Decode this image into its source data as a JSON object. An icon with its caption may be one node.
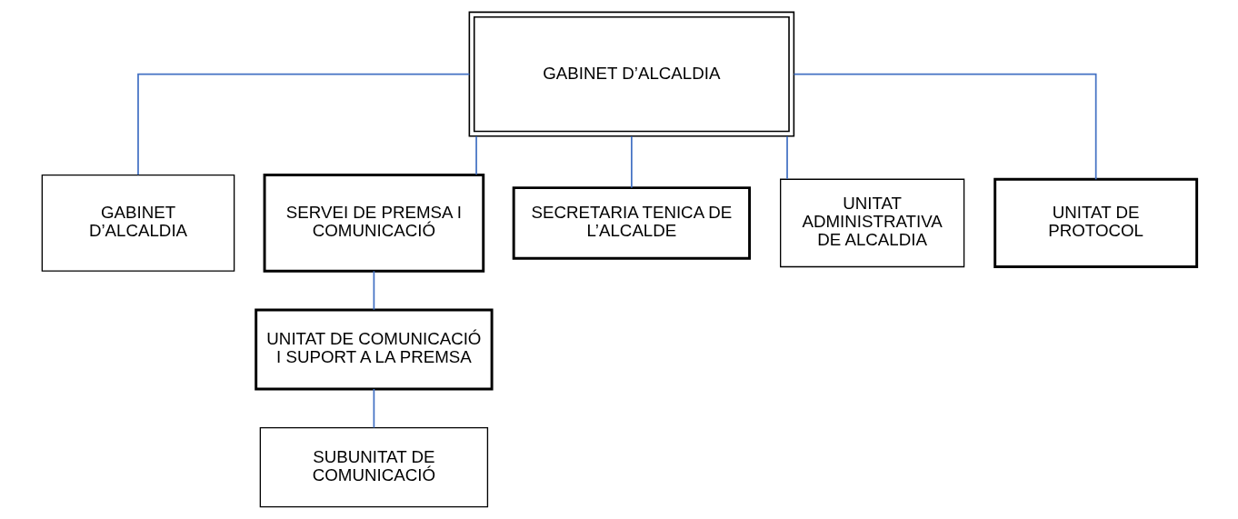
{
  "diagram": {
    "nodes": [
      {
        "text": [
          "GABINET D’ALCALDIA"
        ]
      },
      {
        "text": [
          "GABINET D’ALCALDIA"
        ]
      },
      {
        "text": [
          "SERVEI DE PREMSA I COMUNICACIÓ"
        ]
      },
      {
        "text": [
          "SECRETARIA TENICA DE L’ALCALDE"
        ]
      },
      {
        "text": [
          "UNITAT ADMINISTRATIVA DE ALCALDIA"
        ]
      },
      {
        "text": [
          "UNITAT DE PROTOCOL"
        ]
      },
      {
        "text": [
          "UNITAT DE COMUNICACIÓ I SUPORT A LA PREMSA"
        ]
      },
      {
        "text": [
          "SUBUNITAT DE COMUNICACIÓ"
        ]
      }
    ],
    "edges": [
      {
        "from": 0,
        "to": 1,
        "arrow": "none"
      },
      {
        "from": 0,
        "to": 2,
        "arrow": "none"
      },
      {
        "from": 0,
        "to": 3,
        "arrow": "none"
      },
      {
        "from": 0,
        "to": 4,
        "arrow": "none"
      },
      {
        "from": 0,
        "to": 5,
        "arrow": "none"
      },
      {
        "from": 2,
        "to": 6,
        "arrow": "none"
      },
      {
        "from": 6,
        "to": 7,
        "arrow": "none"
      }
    ]
  }
}
